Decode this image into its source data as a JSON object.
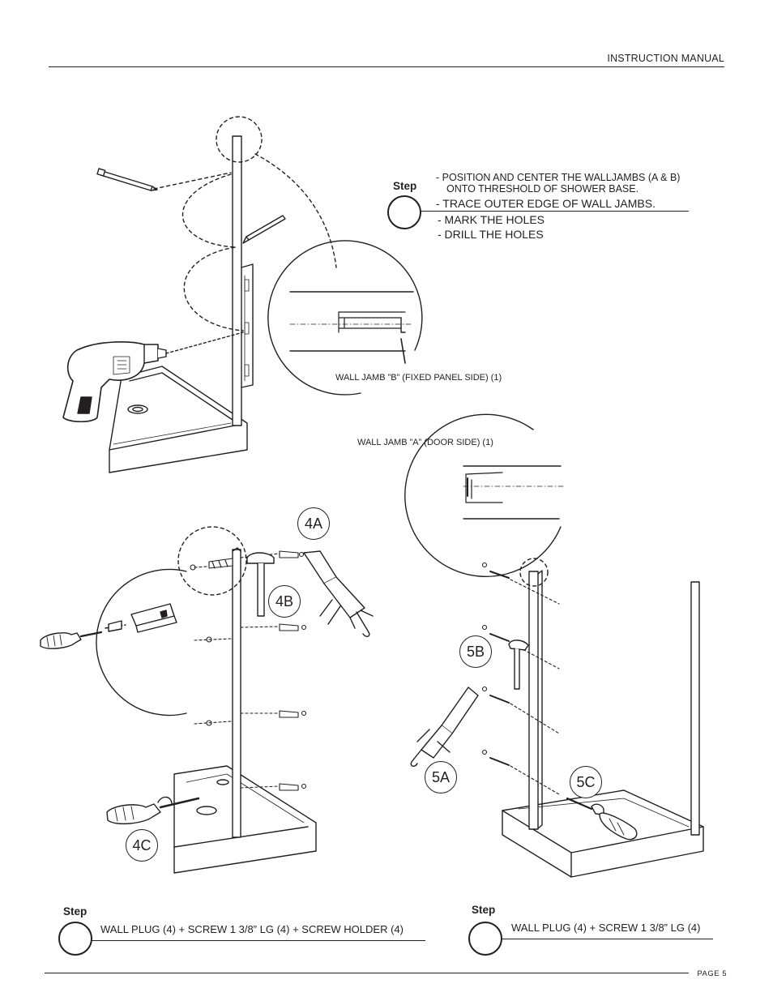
{
  "header": {
    "title": "INSTRUCTION MANUAL"
  },
  "footer": {
    "page": "PAGE 5"
  },
  "step_top": {
    "label": "Step",
    "instructions": [
      "-  POSITION AND CENTER THE  WALLJAMBS (A & B)",
      "ONTO THRESHOLD OF SHOWER BASE.",
      "-  TRACE OUTER EDGE OF WALL JAMBS.",
      "-  MARK THE HOLES",
      "-  DRILL THE HOLES"
    ]
  },
  "callouts": {
    "jamb_b": "WALL JAMB ”B” (FIXED PANEL SIDE) (1)",
    "jamb_a": "WALL JAMB ”A” (DOOR SIDE) (1)"
  },
  "badges": {
    "b4a": "4A",
    "b4b": "4B",
    "b4c": "4C",
    "b5a": "5A",
    "b5b": "5B",
    "b5c": "5C"
  },
  "step_left": {
    "label": "Step",
    "parts": "WALL PLUG (4) + SCREW 1 3/8” LG (4) + SCREW HOLDER (4)"
  },
  "step_right": {
    "label": "Step",
    "parts": "WALL PLUG (4) + SCREW 1 3/8” LG (4)"
  },
  "icons": [
    "pencil-icon",
    "drill-icon",
    "hammer-icon",
    "caulking-gun-icon",
    "screwdriver-icon",
    "screw-icon",
    "wall-plug-icon"
  ]
}
